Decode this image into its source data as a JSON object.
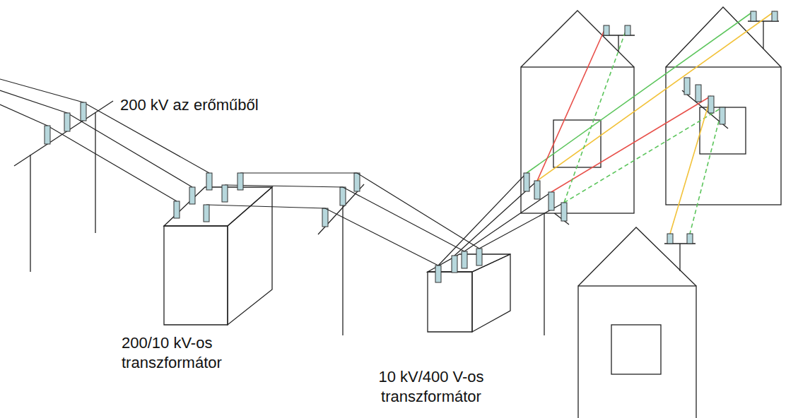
{
  "diagram": {
    "nodes": [
      {
        "text": [
          "200/10 kV-os transzformátor"
        ]
      },
      {
        "text": [
          "10 kV/400 V-os transzformátor"
        ]
      }
    ],
    "edges": [
      {
        "from": 0,
        "to": 1,
        "arrow": "none"
      },
      {
        "from": 0,
        "to": 1,
        "arrow": "none"
      },
      {
        "from": 0,
        "to": 1,
        "arrow": "none"
      }
    ],
    "labels": [
      "200 kV az erőműből"
    ]
  }
}
